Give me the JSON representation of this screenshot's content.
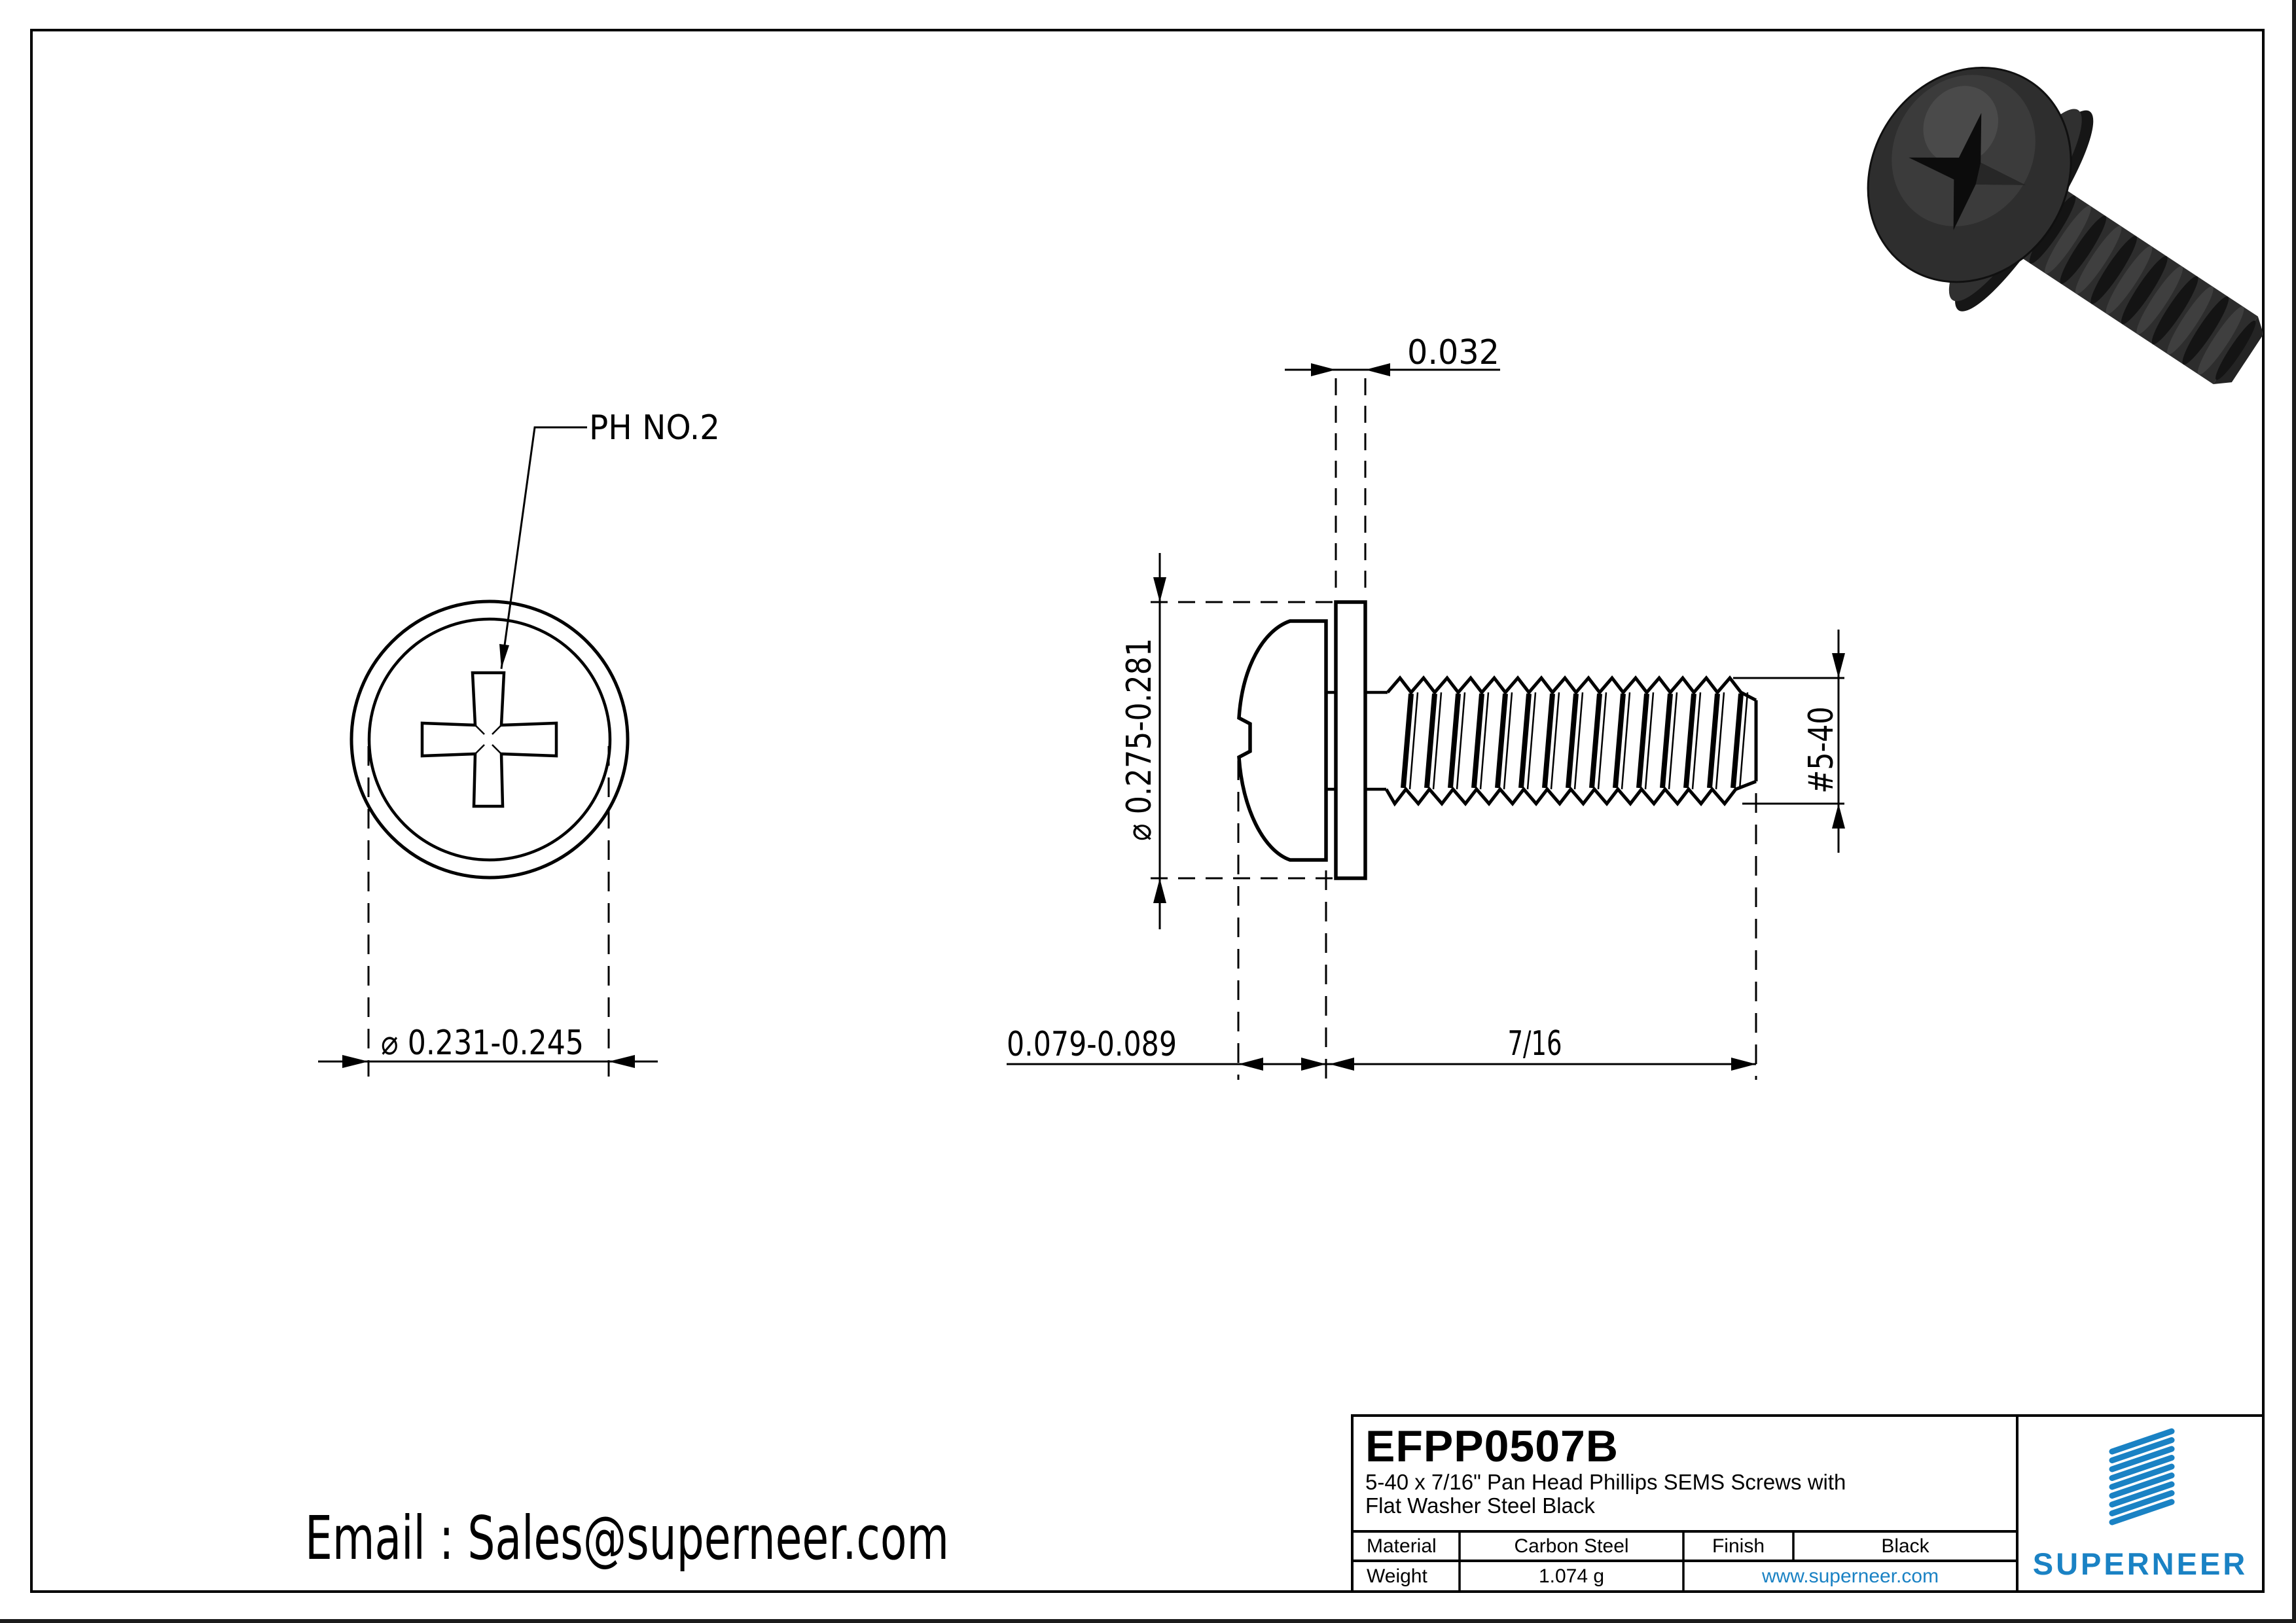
{
  "page": {
    "background": "#ffffff",
    "line_color": "#000000",
    "brand_color": "#1a82c4",
    "link_color": "#1a82c4"
  },
  "views": {
    "front": {
      "phillips_label": "PH NO.2",
      "head_diameter": "⌀ 0.231-0.245"
    },
    "side": {
      "washer_thickness": "0.032",
      "washer_diameter": "⌀ 0.275-0.281",
      "head_height": "0.079-0.089",
      "thread_length": "7/16",
      "thread_spec": "#5-40"
    }
  },
  "contact": {
    "email": "Email : Sales@superneer.com"
  },
  "title_block": {
    "part_number": "EFPP0507B",
    "description_line1": "5-40 x 7/16\" Pan Head Phillips SEMS Screws with",
    "description_line2": "Flat Washer Steel Black",
    "material_label": "Material",
    "material_value": "Carbon Steel",
    "finish_label": "Finish",
    "finish_value": "Black",
    "weight_label": "Weight",
    "weight_value": "1.074 g",
    "website": "www.superneer.com",
    "brand": "SUPERNEER"
  }
}
